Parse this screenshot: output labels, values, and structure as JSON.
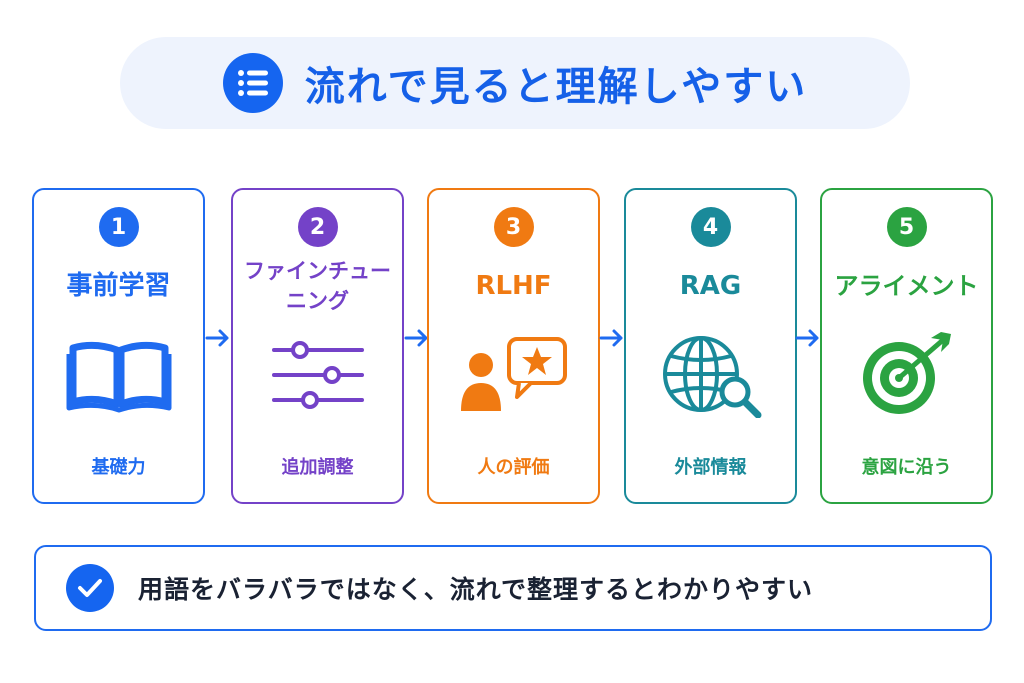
{
  "header": {
    "title": "流れで見ると理解しやすい",
    "icon": "list-icon"
  },
  "steps": [
    {
      "number": "1",
      "title": "事前学習",
      "subtitle": "基礎力",
      "color": "#1f6bf0",
      "icon": "book-icon"
    },
    {
      "number": "2",
      "title": "ファインチュー\nニング",
      "subtitle": "追加調整",
      "color": "#7442c8",
      "icon": "sliders-icon"
    },
    {
      "number": "3",
      "title": "RLHF",
      "subtitle": "人の評価",
      "color": "#f07a12",
      "icon": "person-star-feedback-icon"
    },
    {
      "number": "4",
      "title": "RAG",
      "subtitle": "外部情報",
      "color": "#1a8a9a",
      "icon": "globe-search-icon"
    },
    {
      "number": "5",
      "title": "アライメント",
      "subtitle": "意図に沿う",
      "color": "#2ba341",
      "icon": "target-arrow-icon"
    }
  ],
  "arrow_color": "#1f6bf0",
  "footer": {
    "text": "用語をバラバラではなく、流れで整理するとわかりやすい",
    "icon": "check-icon"
  }
}
